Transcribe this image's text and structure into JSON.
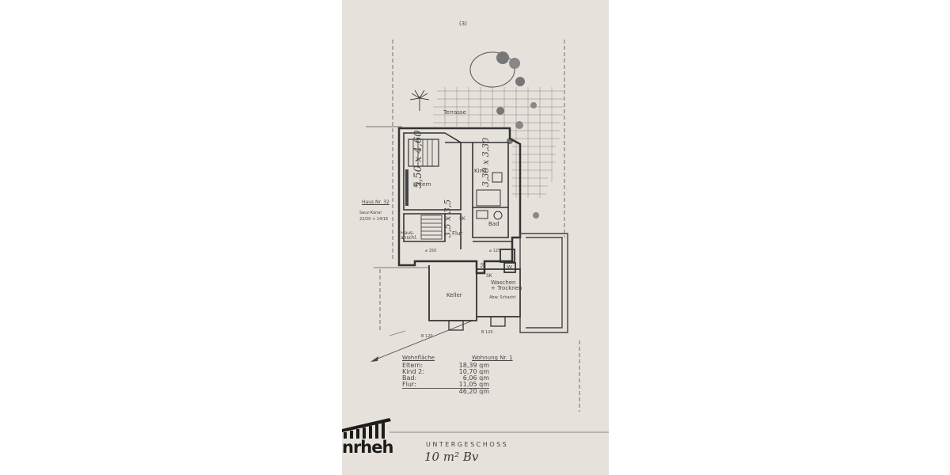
{
  "page_number": "(3)",
  "rooms": {
    "terrace": "Terrasse",
    "parents": "Eltern",
    "child": "Kind",
    "hallway": "Flur",
    "bath": "Bad",
    "house_entrance": "Haus-\nanschl.",
    "cellar": "Keller",
    "laundry": "Waschen\n+ Trocknen"
  },
  "handwritten_dimensions": {
    "parents": "5,50 x 4,60",
    "child": "3,30 x 3,30",
    "hallway": "3,5 x 3,5"
  },
  "side_notes": {
    "house_number": "Haus Nr. 32",
    "neighbor_line1": "Sauz-Kanal",
    "neighbor_line2": "22/20 + 14/16"
  },
  "small_labels": {
    "sk1": "SK",
    "sk2": "SK",
    "w": "W",
    "dim150": "⌀ 150",
    "dim125": "⌀ 125",
    "dim_r": "⌀ 150",
    "drain": "Abw. Schacht",
    "b120a": "B 120",
    "b120b": "B 120"
  },
  "area_table": {
    "heading": "Wohnfläche",
    "apartment_label": "Wohnung Nr. 1",
    "rows": [
      {
        "label": "Eltern:",
        "value": "18,39 qm"
      },
      {
        "label": "Kind 2:",
        "value": "10,70 qm"
      },
      {
        "label": "Bad:",
        "value": "6,06 qm"
      },
      {
        "label": "Flur:",
        "value": "11,05 qm"
      }
    ],
    "total": "46,20 qm"
  },
  "floor_label": "UNTERGESCHOSS",
  "logo_text": "nrheh",
  "signature": "10 m² Bv"
}
